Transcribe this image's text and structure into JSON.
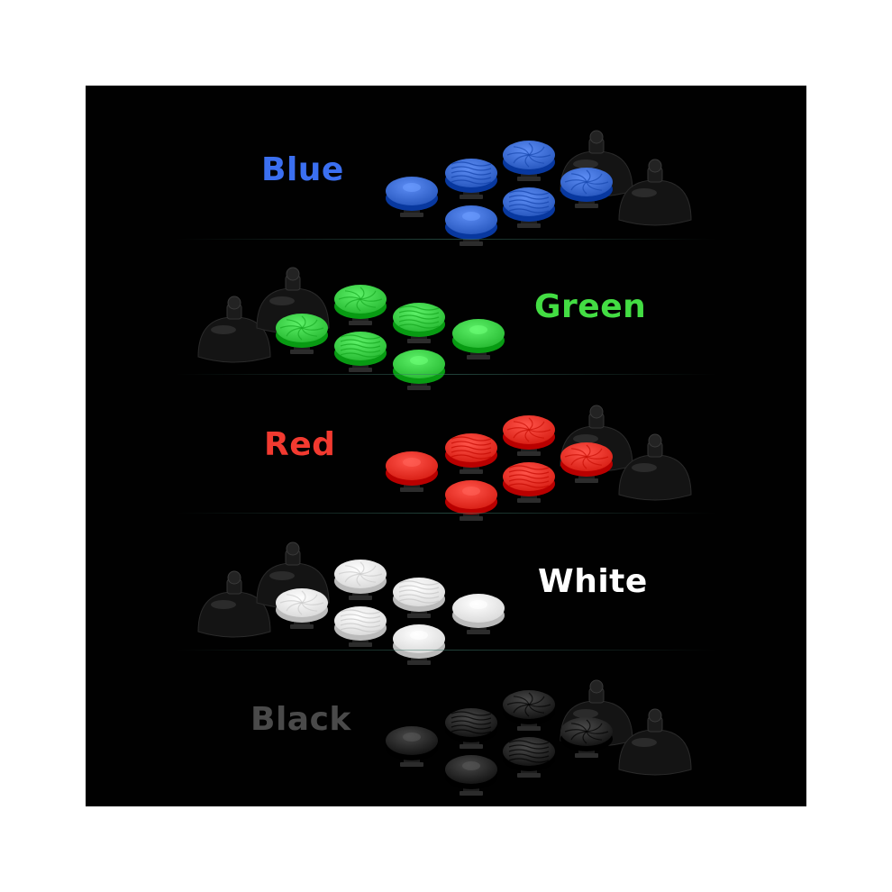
{
  "rows": [
    {
      "label": "Blue",
      "color": "#3f6fd6",
      "text_color": "#3b6ff0",
      "side": "left"
    },
    {
      "label": "Green",
      "color": "#3fd24a",
      "text_color": "#43dd43",
      "side": "right"
    },
    {
      "label": "Red",
      "color": "#f0362c",
      "text_color": "#f23a30",
      "side": "left"
    },
    {
      "label": "White",
      "color": "#f2f2f2",
      "text_color": "#ffffff",
      "side": "right"
    },
    {
      "label": "Black",
      "color": "#2a2a2a",
      "text_color": "#4a4a4a",
      "side": "left"
    }
  ],
  "colors": {
    "background": "#010101",
    "dome_black": "#141414"
  }
}
